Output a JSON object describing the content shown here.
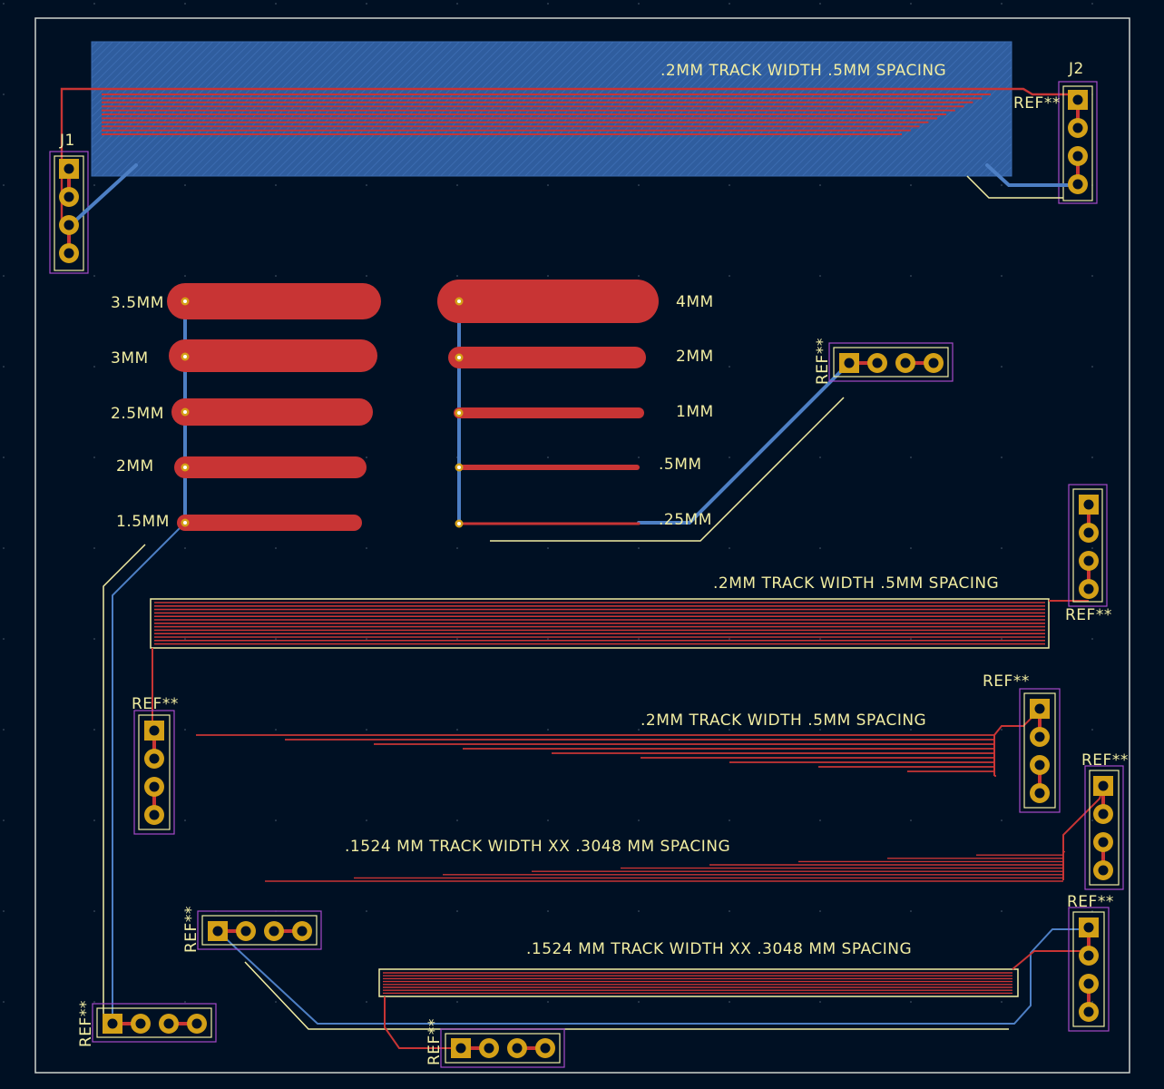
{
  "colors": {
    "background": "#001023",
    "copper_front": "#c83434",
    "copper_back": "#4d7fc4",
    "silkscreen": "#f2eda1",
    "pad": "#d4a017",
    "courtyard": "#a64ac9",
    "edge_cuts": "#d0d2cd",
    "zone_fill": "#2f5d9e"
  },
  "labels": {
    "top_zone": ".2MM TRACK WIDTH .5MM SPACING",
    "mid_bus_1": ".2MM TRACK WIDTH .5MM SPACING",
    "mid_bus_2": ".2MM TRACK WIDTH .5MM SPACING",
    "fine_bus_1": ".1524 MM TRACK WIDTH XX .3048 MM SPACING",
    "fine_bus_2": ".1524 MM TRACK WIDTH XX .3048 MM SPACING"
  },
  "track_widths_left": [
    "3.5MM",
    "3MM",
    "2.5MM",
    "2MM",
    "1.5MM"
  ],
  "track_widths_right": [
    "4MM",
    "2MM",
    "1MM",
    ".5MM",
    ".25MM"
  ],
  "references": {
    "j1": "J1",
    "j2": "J2",
    "generic": "REF**"
  }
}
